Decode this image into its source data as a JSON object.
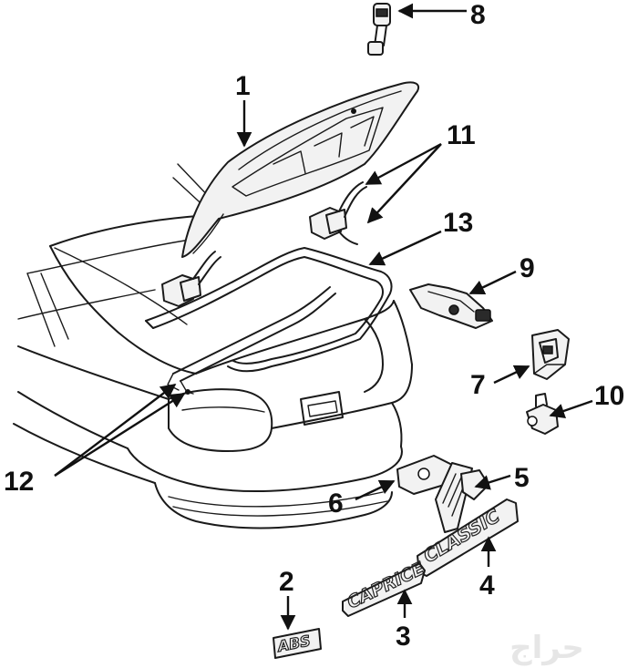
{
  "callouts": {
    "c1": "1",
    "c2": "2",
    "c3": "3",
    "c4": "4",
    "c5": "5",
    "c6": "6",
    "c7": "7",
    "c8": "8",
    "c9": "9",
    "c10": "10",
    "c11": "11",
    "c12": "12",
    "c13": "13"
  },
  "emblems": {
    "abs": "ABS",
    "caprice": "CAPRICE",
    "classic": "CLASSIC"
  },
  "watermark": "حراج"
}
